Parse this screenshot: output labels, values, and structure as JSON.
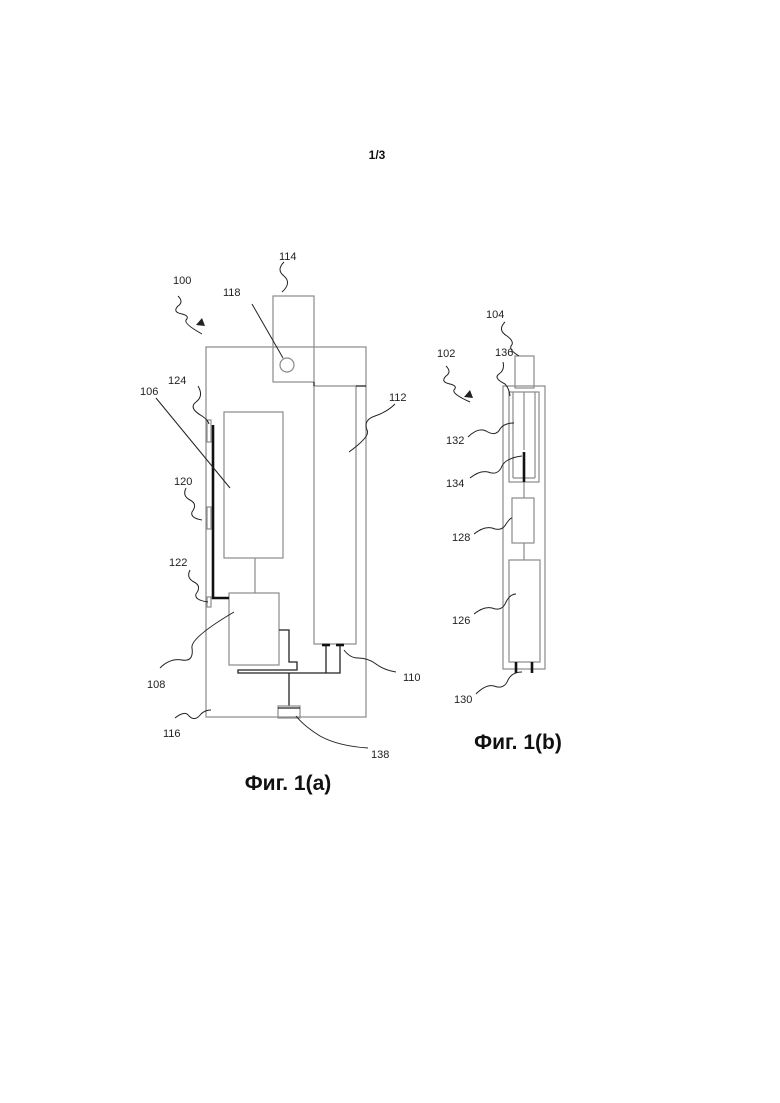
{
  "page": {
    "number": "1/3"
  },
  "figures": [
    {
      "caption": "Фиг. 1(a)",
      "labels": {
        "assembly": "100",
        "cap": "114",
        "button": "118",
        "channel": "112",
        "battery": "106",
        "contact_top": "124",
        "contact_mid": "120",
        "contact_low": "122",
        "controller": "108",
        "connector": "110",
        "housing": "116",
        "port": "138"
      }
    },
    {
      "caption": "Фиг. 1(b)",
      "labels": {
        "assembly": "102",
        "mouthpiece": "104",
        "chamber": "136",
        "heater": "132",
        "wick": "134",
        "module": "128",
        "reservoir": "126",
        "terminal": "130"
      }
    }
  ]
}
